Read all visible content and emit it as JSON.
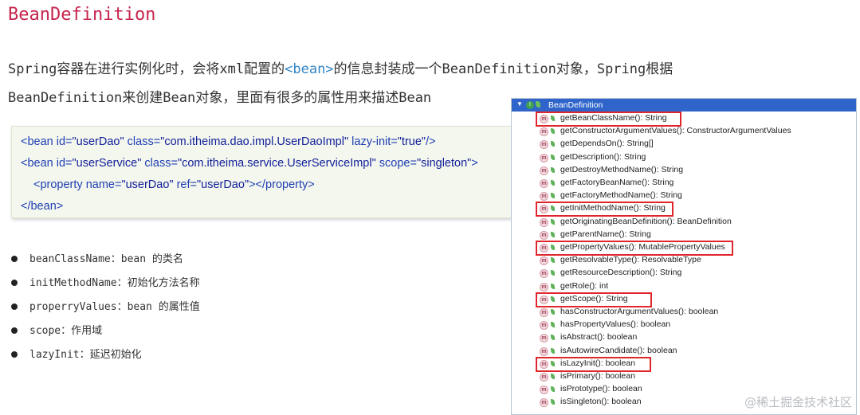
{
  "title": "BeanDefinition",
  "intro": {
    "line1_before": "Spring容器在进行实例化时，会将xml配置的",
    "line1_tag": "<bean>",
    "line1_after": "的信息封装成一个BeanDefinition对象，Spring根据",
    "line2": "BeanDefinition来创建Bean对象，里面有很多的属性用来描述Bean"
  },
  "code": {
    "l1": {
      "open": "<bean",
      "a1": " id=",
      "v1": "\"userDao\"",
      "a2": " class=",
      "v2": "\"com.itheima.dao.impl.UserDaoImpl\"",
      "a3": " lazy-init=",
      "v3": "\"true\"",
      "close": "/>"
    },
    "l2": {
      "open": "<bean",
      "a1": " id=",
      "v1": "\"userService\"",
      "a2": " class=",
      "v2": "\"com.itheima.service.UserServiceImpl\"",
      "a3": " scope=",
      "v3": "\"singleton\"",
      "close": ">"
    },
    "l3": {
      "open": "<property",
      "a1": " name=",
      "v1": "\"userDao\"",
      "a2": " ref=",
      "v2": "\"userDao\"",
      "close": "></property>"
    },
    "l4": {
      "close": "</bean>"
    }
  },
  "bullets": [
    "beanClassName：bean 的类名",
    "initMethodName：初始化方法名称",
    "properryValues：bean 的属性值",
    "scope：作用域",
    "lazyInit：延迟初始化"
  ],
  "tree": {
    "root": "BeanDefinition",
    "methods": [
      "getBeanClassName(): String",
      "getConstructorArgumentValues(): ConstructorArgumentValues",
      "getDependsOn(): String[]",
      "getDescription(): String",
      "getDestroyMethodName(): String",
      "getFactoryBeanName(): String",
      "getFactoryMethodName(): String",
      "getInitMethodName(): String",
      "getOriginatingBeanDefinition(): BeanDefinition",
      "getParentName(): String",
      "getPropertyValues(): MutablePropertyValues",
      "getResolvableType(): ResolvableType",
      "getResourceDescription(): String",
      "getRole(): int",
      "getScope(): String",
      "hasConstructorArgumentValues(): boolean",
      "hasPropertyValues(): boolean",
      "isAbstract(): boolean",
      "isAutowireCandidate(): boolean",
      "isLazyInit(): boolean",
      "isPrimary(): boolean",
      "isPrototype(): boolean",
      "isSingleton(): boolean"
    ],
    "highlight_color": "#e0262c"
  },
  "watermark": "@稀土掘金技术社区"
}
